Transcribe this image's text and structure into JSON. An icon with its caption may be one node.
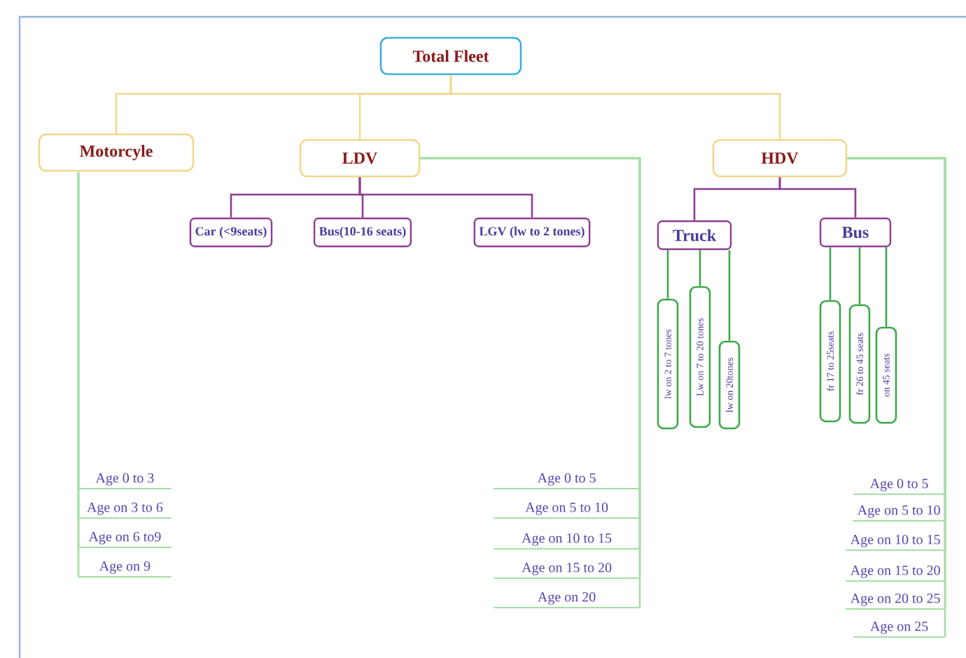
{
  "diagram": {
    "nodes": [
      {
        "text": [
          "Total Fleet"
        ]
      },
      {
        "text": [
          "Motorcyle"
        ]
      },
      {
        "text": [
          "LDV"
        ]
      },
      {
        "text": [
          "HDV"
        ]
      },
      {
        "text": [
          "Car (<9seats)"
        ]
      },
      {
        "text": [
          "Bus(10-16 seats)"
        ]
      },
      {
        "text": [
          "LGV (lw to 2 tones)"
        ]
      },
      {
        "text": [
          "Truck"
        ]
      },
      {
        "text": [
          "Bus"
        ]
      },
      {
        "text": [
          "lw on 2 to 7 tones"
        ]
      },
      {
        "text": [
          "Lw on 7 to 20 tones"
        ]
      },
      {
        "text": [
          "lw on 20tones"
        ]
      },
      {
        "text": [
          "fr 17 to 25seats"
        ]
      },
      {
        "text": [
          "fr 26 to 45 seats"
        ]
      },
      {
        "text": [
          "on 45 seats"
        ]
      },
      {
        "text": [
          "Age 0 to 3"
        ]
      },
      {
        "text": [
          "Age on 3 to 6"
        ]
      },
      {
        "text": [
          "Age on 6 to9"
        ]
      },
      {
        "text": [
          "Age on 9"
        ]
      },
      {
        "text": [
          "Age 0 to 5"
        ]
      },
      {
        "text": [
          "Age on 5 to 10"
        ]
      },
      {
        "text": [
          "Age on 10 to 15"
        ]
      },
      {
        "text": [
          "Age on 15 to 20"
        ]
      },
      {
        "text": [
          "Age on 20"
        ]
      },
      {
        "text": [
          "Age 0 to 5"
        ]
      },
      {
        "text": [
          "Age on 5 to 10"
        ]
      },
      {
        "text": [
          "Age on 10 to 15"
        ]
      },
      {
        "text": [
          "Age on 15 to 20"
        ]
      },
      {
        "text": [
          "Age on 20 to 25"
        ]
      },
      {
        "text": [
          "Age on 25"
        ]
      }
    ],
    "edges": [
      {
        "from": 0,
        "to": 1,
        "arrow": "none",
        "color": "#f0d88a"
      },
      {
        "from": 0,
        "to": 2,
        "arrow": "none",
        "color": "#f0d88a"
      },
      {
        "from": 0,
        "to": 3,
        "arrow": "none",
        "color": "#f0d88a"
      },
      {
        "from": 2,
        "to": 4,
        "arrow": "none",
        "color": "#8e3c91"
      },
      {
        "from": 2,
        "to": 5,
        "arrow": "none",
        "color": "#8e3c91"
      },
      {
        "from": 2,
        "to": 6,
        "arrow": "none",
        "color": "#8e3c91"
      },
      {
        "from": 3,
        "to": 7,
        "arrow": "none",
        "color": "#8e3c91"
      },
      {
        "from": 3,
        "to": 8,
        "arrow": "none",
        "color": "#8e3c91"
      },
      {
        "from": 7,
        "to": 9,
        "arrow": "none",
        "color": "#3ca84a"
      },
      {
        "from": 7,
        "to": 10,
        "arrow": "none",
        "color": "#3ca84a"
      },
      {
        "from": 7,
        "to": 11,
        "arrow": "none",
        "color": "#3ca84a"
      },
      {
        "from": 8,
        "to": 12,
        "arrow": "none",
        "color": "#3ca84a"
      },
      {
        "from": 8,
        "to": 13,
        "arrow": "none",
        "color": "#3ca84a"
      },
      {
        "from": 8,
        "to": 14,
        "arrow": "none",
        "color": "#3ca84a"
      },
      {
        "from": 1,
        "to": 15,
        "arrow": "none"
      },
      {
        "from": 1,
        "to": 16,
        "arrow": "none"
      },
      {
        "from": 1,
        "to": 17,
        "arrow": "none"
      },
      {
        "from": 1,
        "to": 18,
        "arrow": "none"
      },
      {
        "from": 2,
        "to": 19,
        "arrow": "none"
      },
      {
        "from": 2,
        "to": 20,
        "arrow": "none"
      },
      {
        "from": 2,
        "to": 21,
        "arrow": "none"
      },
      {
        "from": 2,
        "to": 22,
        "arrow": "none"
      },
      {
        "from": 2,
        "to": 23,
        "arrow": "none"
      },
      {
        "from": 3,
        "to": 24,
        "arrow": "none"
      },
      {
        "from": 3,
        "to": 25,
        "arrow": "none"
      },
      {
        "from": 3,
        "to": 26,
        "arrow": "none"
      },
      {
        "from": 3,
        "to": 27,
        "arrow": "none"
      },
      {
        "from": 3,
        "to": 28,
        "arrow": "none"
      },
      {
        "from": 3,
        "to": 29,
        "arrow": "none"
      }
    ]
  }
}
